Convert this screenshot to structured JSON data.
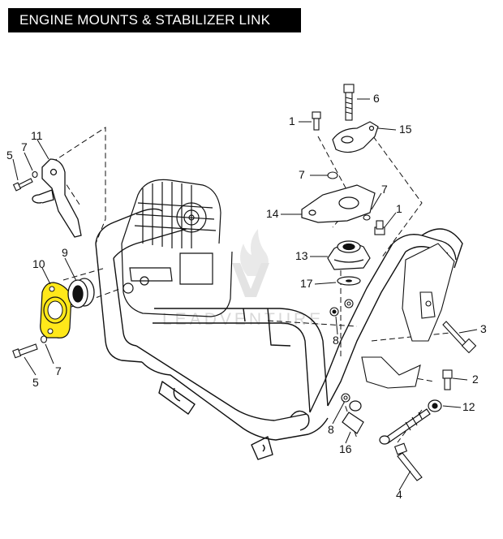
{
  "title": "ENGINE MOUNTS & STABILIZER LINK",
  "highlight_color": "#ffe81a",
  "callouts": [
    {
      "id": "c11a",
      "text": "11"
    },
    {
      "id": "c5a",
      "text": "5"
    },
    {
      "id": "c7a",
      "text": "7"
    },
    {
      "id": "c10",
      "text": "10"
    },
    {
      "id": "c9",
      "text": "9"
    },
    {
      "id": "c5b",
      "text": "5"
    },
    {
      "id": "c7b",
      "text": "7"
    },
    {
      "id": "c1a",
      "text": "1"
    },
    {
      "id": "c6",
      "text": "6"
    },
    {
      "id": "c15",
      "text": "15"
    },
    {
      "id": "c7c",
      "text": "7"
    },
    {
      "id": "c7d",
      "text": "7"
    },
    {
      "id": "c14",
      "text": "14"
    },
    {
      "id": "c1b",
      "text": "1"
    },
    {
      "id": "c13",
      "text": "13"
    },
    {
      "id": "c17",
      "text": "17"
    },
    {
      "id": "c8a",
      "text": "8"
    },
    {
      "id": "c3",
      "text": "3"
    },
    {
      "id": "c2",
      "text": "2"
    },
    {
      "id": "c12",
      "text": "12"
    },
    {
      "id": "c8b",
      "text": "8"
    },
    {
      "id": "c16",
      "text": "16"
    },
    {
      "id": "c4",
      "text": "4"
    }
  ],
  "watermark": "LEADVENTURE"
}
